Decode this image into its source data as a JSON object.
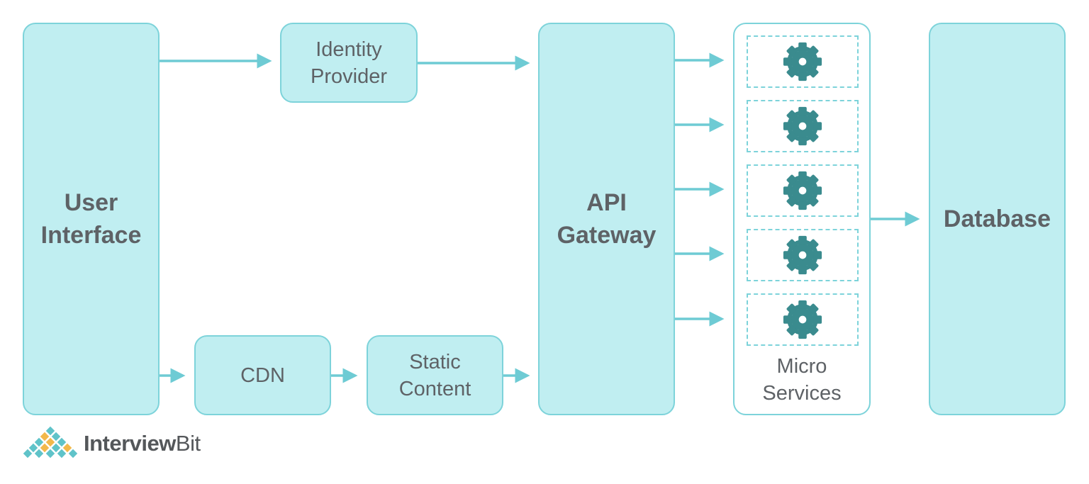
{
  "nodes": {
    "user_interface": "User\nInterface",
    "identity_provider": "Identity\nProvider",
    "cdn": "CDN",
    "static_content": "Static\nContent",
    "api_gateway": "API\nGateway",
    "micro_services": "Micro\nServices",
    "database": "Database"
  },
  "micro_service_icons": [
    "gear-icon",
    "gear-icon",
    "gear-icon",
    "gear-icon",
    "gear-icon"
  ],
  "logo": {
    "part1": "Interview",
    "part2": "Bit"
  },
  "colors": {
    "box_fill": "#c0eef1",
    "box_border": "#7dd3da",
    "arrow": "#6ecbd4",
    "gear": "#3a8b8e",
    "text": "#5e6266"
  }
}
